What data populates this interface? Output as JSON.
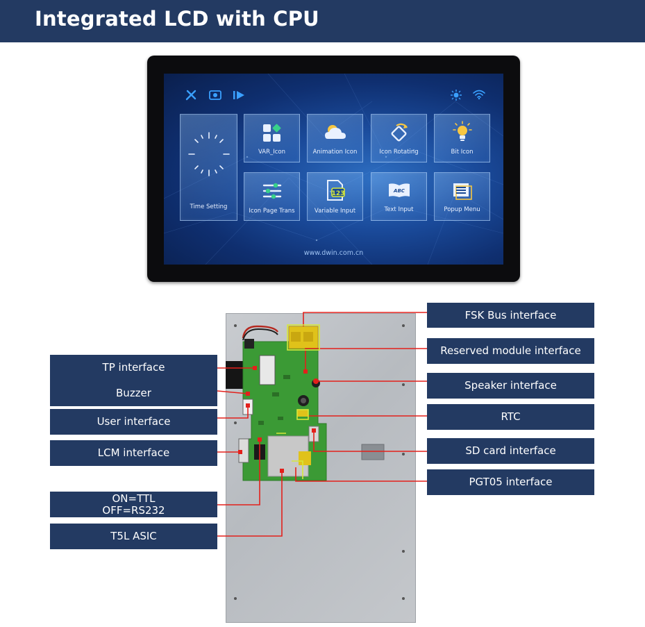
{
  "header": {
    "title": "Integrated LCD with CPU"
  },
  "colors": {
    "header_bg": "#233a62",
    "label_bg": "#233a62",
    "leader_line": "#e3201b",
    "tile_text": "#e9f1ff"
  },
  "lcd": {
    "top_icons_left": [
      "tools-icon",
      "camera-icon",
      "play-icon"
    ],
    "top_icons_right": [
      "brightness-icon",
      "wifi-icon"
    ],
    "tiles": [
      {
        "label": "Time Setting",
        "icon": "clock-icon"
      },
      {
        "label": "VAR_Icon",
        "icon": "var-icon"
      },
      {
        "label": "Animation Icon",
        "icon": "cloud-icon"
      },
      {
        "label": "Icon Rotating",
        "icon": "rotate-icon"
      },
      {
        "label": "Bit Icon",
        "icon": "bulb-icon"
      },
      {
        "label": "Icon Page Trans",
        "icon": "sliders-icon"
      },
      {
        "label": "Variable Input",
        "icon": "number-input-icon"
      },
      {
        "label": "Text Input",
        "icon": "book-icon"
      },
      {
        "label": "Popup Menu",
        "icon": "popup-menu-icon"
      }
    ],
    "url": "www.dwin.com.cn"
  },
  "back_labels": {
    "left": [
      {
        "id": "tp",
        "text": "TP interface"
      },
      {
        "id": "buzzer",
        "text": "Buzzer"
      },
      {
        "id": "user",
        "text": "User interface"
      },
      {
        "id": "lcm",
        "text": "LCM interface"
      },
      {
        "id": "onoff",
        "text": "ON=TTL\nOFF=RS232",
        "line1": "ON=TTL",
        "line2": "OFF=RS232"
      },
      {
        "id": "t5l",
        "text": "T5L ASIC"
      }
    ],
    "right": [
      {
        "id": "fsk",
        "text": "FSK Bus interface"
      },
      {
        "id": "reserved",
        "text": "Reserved module interface"
      },
      {
        "id": "speaker",
        "text": "Speaker interface"
      },
      {
        "id": "rtc",
        "text": "RTC"
      },
      {
        "id": "sd",
        "text": "SD card interface"
      },
      {
        "id": "pgt05",
        "text": "PGT05 interface"
      }
    ]
  }
}
